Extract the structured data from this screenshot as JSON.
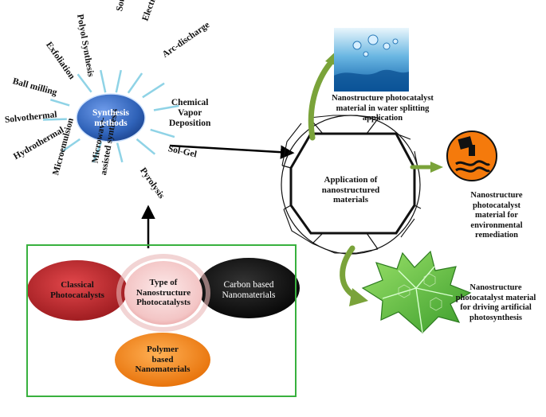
{
  "synthesis": {
    "hub_label": "Synthesis\nmethods",
    "methods": [
      "Ball milling",
      "Exfoliation",
      "Polyol Synthesis",
      "Sonochemical",
      "Electrodeposition",
      "Arc-discharge",
      "Chemical\nVapor\nDeposition",
      "Sol-Gel",
      "Pyrolysis",
      "Microwave-\nassisted synthesis",
      "Microemulsion",
      "Hydrothermal",
      "Solvothermal"
    ]
  },
  "types": {
    "center": "Type of\nNanostructure\nPhotocatalysts",
    "classical": "Classical\nPhotocatalysts",
    "carbon": "Carbon based\nNanomaterials",
    "polymer": "Polymer\nbased\nNanomaterials"
  },
  "application": {
    "center": "Application of\nnanostructured\nmaterials",
    "water": "Nanostructure photocatalyst\nmaterial in water splitting\napplication",
    "environment": "Nanostructure\nphotocatalyst\nmaterial  for\nenvironmental\nremediation",
    "photosynthesis": "Nanostructure\nphotocatalyst material\nfor driving artificial\nphotosynthesis"
  },
  "colors": {
    "hub": "#2f62b8",
    "ray": "#8fd3e6",
    "classical": "#c0262b",
    "center_type": "#f3c5c5",
    "carbon": "#0d0d0d",
    "polymer": "#f58a1c",
    "box_border": "#38b13e",
    "green_arrow": "#7aa33a",
    "env_badge": "#f57a0c"
  },
  "icons": [
    "water-splash-icon",
    "pollution-factory-icon",
    "leaf-icon"
  ]
}
